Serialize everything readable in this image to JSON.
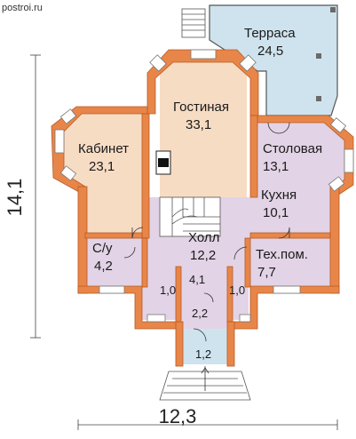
{
  "watermark": "postroi.ru",
  "dimensions": {
    "width": "12,3",
    "height": "14,1"
  },
  "rooms": {
    "terrace": {
      "name": "Терраса",
      "area": "24,5"
    },
    "living": {
      "name": "Гостиная",
      "area": "33,1"
    },
    "study": {
      "name": "Кабинет",
      "area": "23,1"
    },
    "dining": {
      "name": "Столовая",
      "area": "13,1"
    },
    "kitchen": {
      "name": "Кухня",
      "area": "10,1"
    },
    "hall": {
      "name": "Холл",
      "area": "12,2"
    },
    "bath": {
      "name": "С/у",
      "area": "4,2"
    },
    "tech": {
      "name": "Тех.пом.",
      "area": "7,7"
    },
    "small1": {
      "area": "1,0"
    },
    "small2": {
      "area": "4,1"
    },
    "small3": {
      "area": "1,0"
    },
    "vestibule": {
      "area": "2,2"
    },
    "porch": {
      "area": "1,2"
    }
  },
  "colors": {
    "wall": "#e8864a",
    "wall_stroke": "#b85a20",
    "terrace_fill": "#cfe3ee",
    "living_fill": "#f7dcc4",
    "study_fill": "#f7dcc4",
    "dining_fill": "#e2d3e6",
    "hall_fill": "#e2d3e6",
    "window_fill": "#ffffff"
  }
}
